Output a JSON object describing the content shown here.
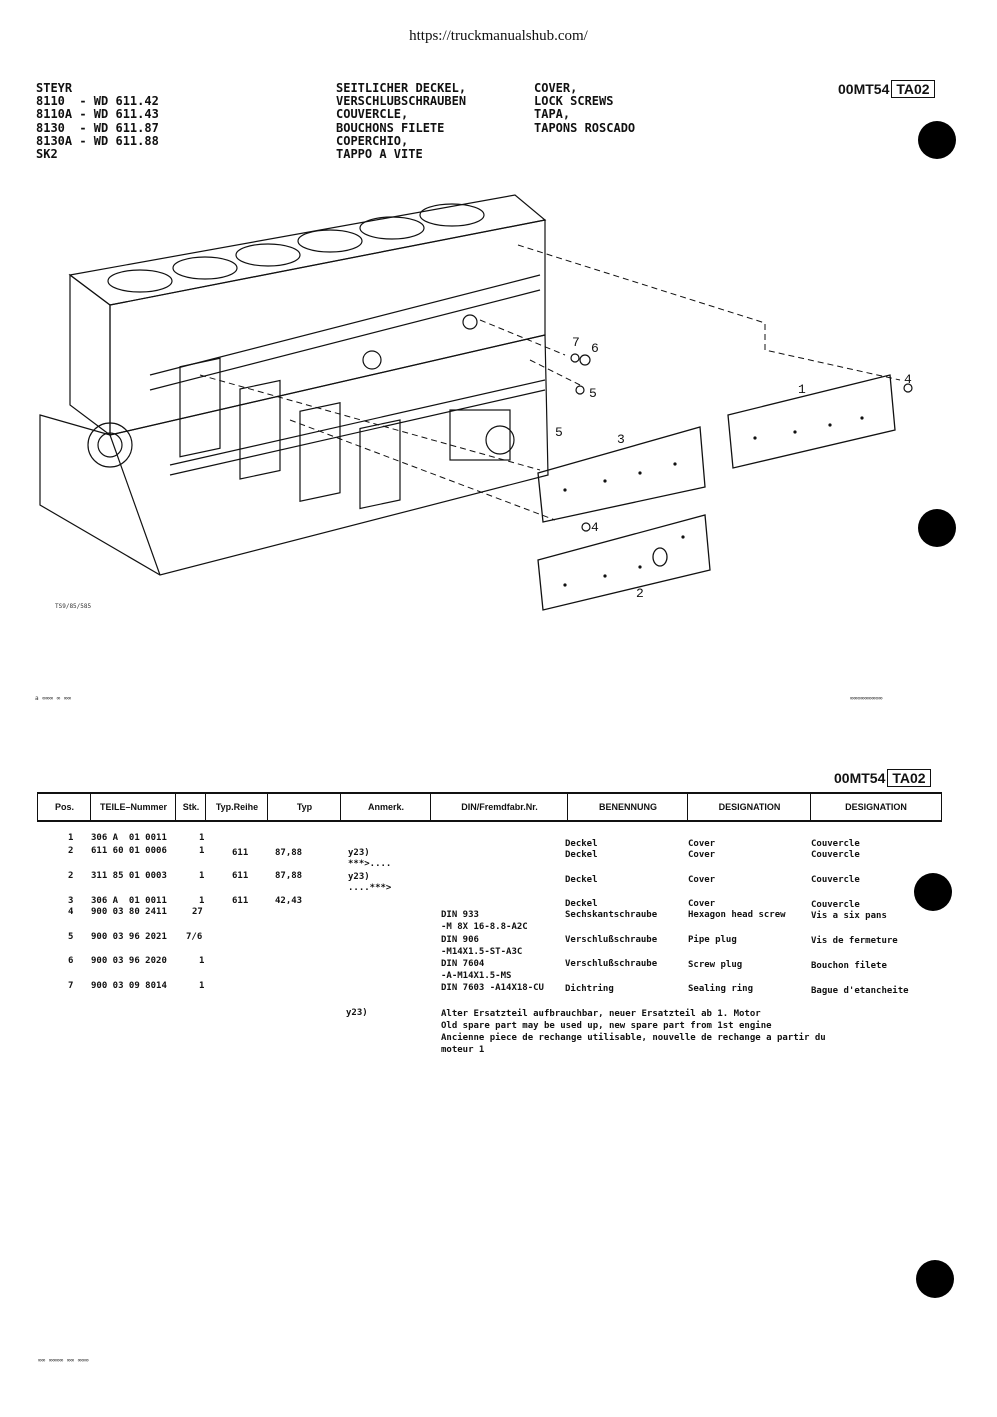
{
  "page": {
    "url": "https://truckmanualshub.com/"
  },
  "header": {
    "models": "STEYR\n8110  - WD 611.42\n8110A - WD 611.43\n8130  - WD 611.87\n8130A - WD 611.88\nSK2",
    "title_de": "SEITLICHER DECKEL,\nVERSCHLUBSCHRAUBEN\nCOUVERCLE,\nBOUCHONS FILETE\nCOPERCHIO,\nTAPPO A VITE",
    "title_en": "COVER,\nLOCK SCREWS\nTAPA,\nTAPONS ROSCADO",
    "code_prefix": "00MT54",
    "code_box": "TA02"
  },
  "drawing": {
    "ref_code": "TS9/85/585",
    "callouts": [
      "1",
      "2",
      "3",
      "4",
      "5",
      "6",
      "7",
      "4",
      "5"
    ],
    "footer_left": "a ∞∞∞ ∞ ∞∞",
    "footer_right": "∞∞∞∞∞∞∞∞∞"
  },
  "table": {
    "code_prefix": "00MT54",
    "code_box": "TA02",
    "columns": [
      "Pos.",
      "TEILE–Nummer",
      "Stk.",
      "Typ.Reihe",
      "Typ",
      "Anmerk.",
      "DIN/Fremdfabr.Nr.",
      "BENENNUNG",
      "DESIGNATION",
      "DESIGNATION"
    ],
    "rows": [
      {
        "pos": "1",
        "part": "306 A  01 0011",
        "qty": "1",
        "series": "",
        "type": "",
        "note": "",
        "din": "",
        "de": "Deckel",
        "en": "Cover",
        "fr": "Couvercle"
      },
      {
        "pos": "2",
        "part": "611 60 01 0006",
        "qty": "1",
        "series": "611",
        "type": "87,88",
        "note": "y23)\n***>....",
        "din": "",
        "de": "Deckel",
        "en": "Cover",
        "fr": "Couvercle"
      },
      {
        "pos": "2",
        "part": "311 85 01 0003",
        "qty": "1",
        "series": "611",
        "type": "87,88",
        "note": "y23)\n....***>",
        "din": "",
        "de": "Deckel",
        "en": "Cover",
        "fr": "Couvercle"
      },
      {
        "pos": "3",
        "part": "306 A  01 0011",
        "qty": "1",
        "series": "611",
        "type": "42,43",
        "note": "",
        "din": "",
        "de": "Deckel",
        "en": "Cover",
        "fr": "Couvercle"
      },
      {
        "pos": "4",
        "part": "900 03 80 2411",
        "qty": "27",
        "series": "",
        "type": "",
        "note": "",
        "din": "DIN 933\n-M 8X 16-8.8-A2C",
        "de": "Sechskantschraube",
        "en": "Hexagon head screw",
        "fr": "Vis a six pans"
      },
      {
        "pos": "5",
        "part": "900 03 96 2021",
        "qty": "7/6",
        "series": "",
        "type": "",
        "note": "",
        "din": "DIN 906\n-M14X1.5-ST-A3C",
        "de": "Verschlußschraube",
        "en": "Pipe plug",
        "fr": "Vis de fermeture"
      },
      {
        "pos": "6",
        "part": "900 03 96 2020",
        "qty": "1",
        "series": "",
        "type": "",
        "note": "",
        "din": "DIN 7604\n-A-M14X1.5-MS",
        "de": "Verschlußschraube",
        "en": "Screw plug",
        "fr": "Bouchon filete"
      },
      {
        "pos": "7",
        "part": "900 03 09 8014",
        "qty": "1",
        "series": "",
        "type": "",
        "note": "",
        "din": "DIN 7603 -A14X18-CU",
        "de": "Dichtring",
        "en": "Sealing ring",
        "fr": "Bague d'etancheite"
      }
    ],
    "footnote_key": "y23)",
    "footnote_text": "Alter Ersatzteil aufbrauchbar, neuer Ersatzteil ab 1. Motor\nOld spare part may be used up, new spare part from 1st engine\nAncienne piece de rechange utilisable, nouvelle de rechange a partir du\nmoteur 1"
  },
  "bottom_mark": "∞∞ ∞∞∞∞ ∞∞ ∞∞∞"
}
